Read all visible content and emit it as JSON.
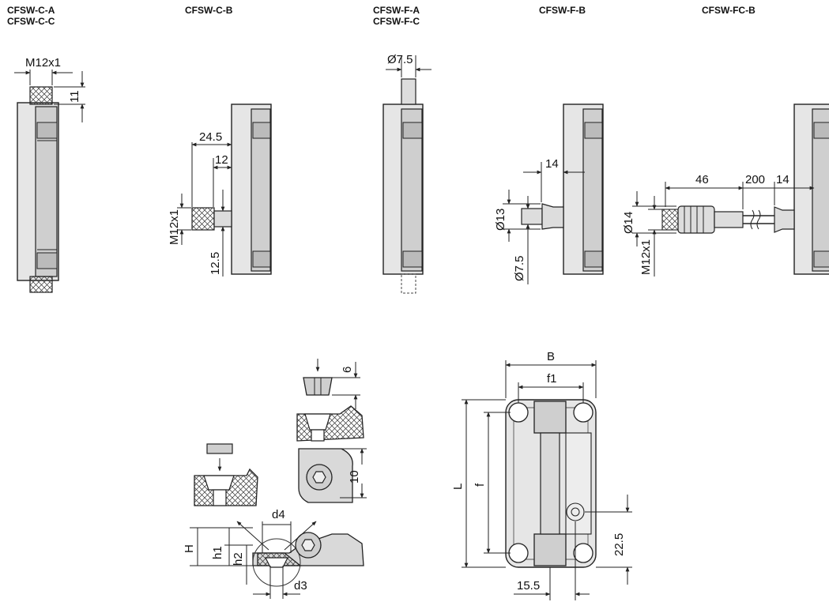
{
  "headers": {
    "col1_line1": "CFSW-C-A",
    "col1_line2": "CFSW-C-C",
    "col2": "CFSW-C-B",
    "col3_line1": "CFSW-F-A",
    "col3_line2": "CFSW-F-C",
    "col4": "CFSW-F-B",
    "col5": "CFSW-FC-B"
  },
  "dims": {
    "m12x1": "M12x1",
    "d11": "11",
    "d24_5": "24.5",
    "d12": "12",
    "d12_5": "12.5",
    "dia7_5": "Ø7.5",
    "d14": "14",
    "dia13": "Ø13",
    "d46": "46",
    "d200": "200",
    "dia14": "Ø14",
    "d6": "6",
    "d10": "10",
    "d4": "d4",
    "d3": "d3",
    "H": "H",
    "h1": "h1",
    "h2": "h2",
    "B": "B",
    "f1": "f1",
    "L": "L",
    "f": "f",
    "d22_5": "22.5",
    "d15_5": "15.5"
  }
}
